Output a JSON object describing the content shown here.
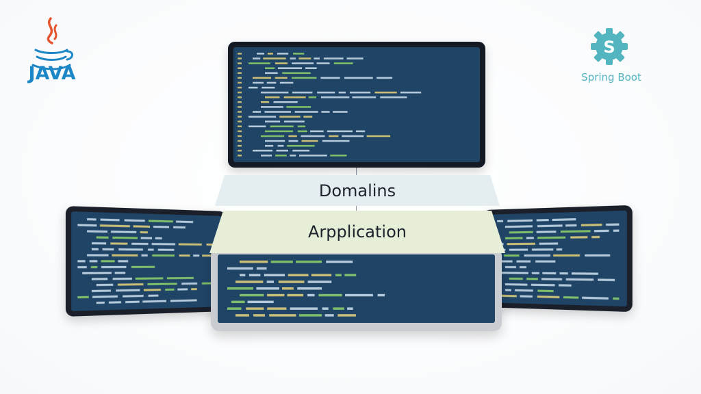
{
  "logos": {
    "java": {
      "label": "JAVA",
      "icon": "java-coffee-cup-icon",
      "color": "#1d86c6",
      "accent": "#e6542e"
    },
    "spring_boot": {
      "label": "Spring Boot",
      "icon": "spring-boot-gear-icon",
      "color": "#52b5c0"
    }
  },
  "layers": {
    "domains": {
      "label": "Domalins",
      "fill": "#e4eef1"
    },
    "application": {
      "label": "Arpplication",
      "fill": "#e6eed8"
    }
  },
  "devices": {
    "top_monitor": {
      "kind": "monitor",
      "lines": 22
    },
    "left_monitor": {
      "kind": "monitor",
      "lines": 15
    },
    "right_monitor": {
      "kind": "monitor",
      "lines": 14
    },
    "center_tablet": {
      "kind": "tablet",
      "lines": 9
    }
  },
  "colors": {
    "screen_bg": "#1f4466",
    "code_text": "#cfe0ee",
    "code_green": "#8fd46b",
    "code_yellow": "#e8d37a"
  }
}
